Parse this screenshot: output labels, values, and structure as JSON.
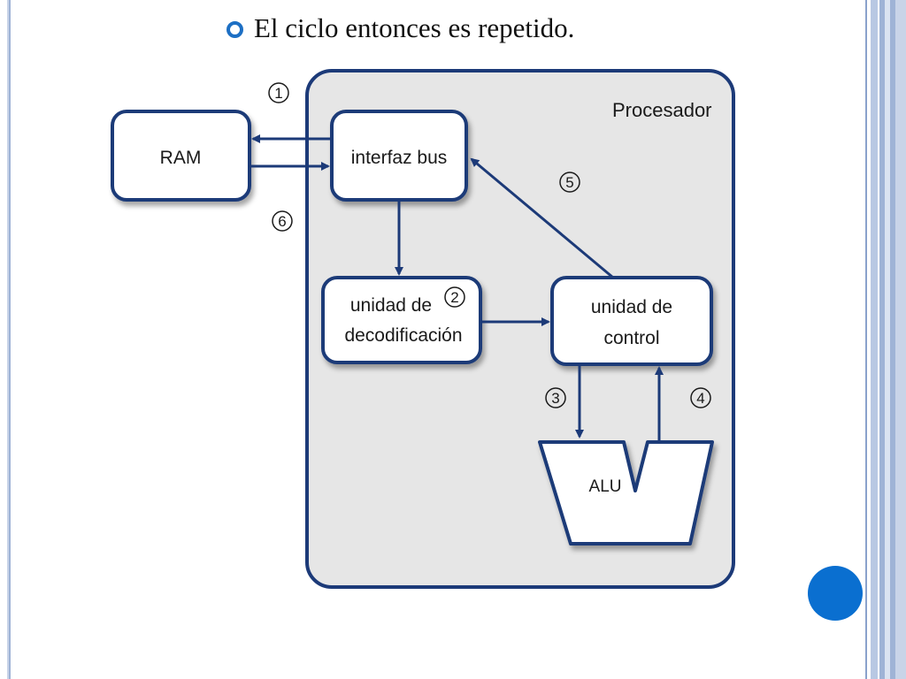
{
  "slide": {
    "heading": "El ciclo entonces es repetido."
  },
  "diagram": {
    "container_label": "Procesador",
    "nodes": {
      "ram": [
        "RAM"
      ],
      "bus": [
        "interfaz bus"
      ],
      "decoder": [
        "unidad de",
        "decodificación"
      ],
      "control": [
        "unidad de",
        "control"
      ],
      "alu": [
        "ALU"
      ]
    },
    "steps": [
      "1",
      "2",
      "3",
      "4",
      "5",
      "6"
    ],
    "colors": {
      "stroke": "#1c3a78",
      "panel": "#e6e6e6",
      "box": "#ffffff",
      "accent": "#0a6fd0"
    }
  }
}
